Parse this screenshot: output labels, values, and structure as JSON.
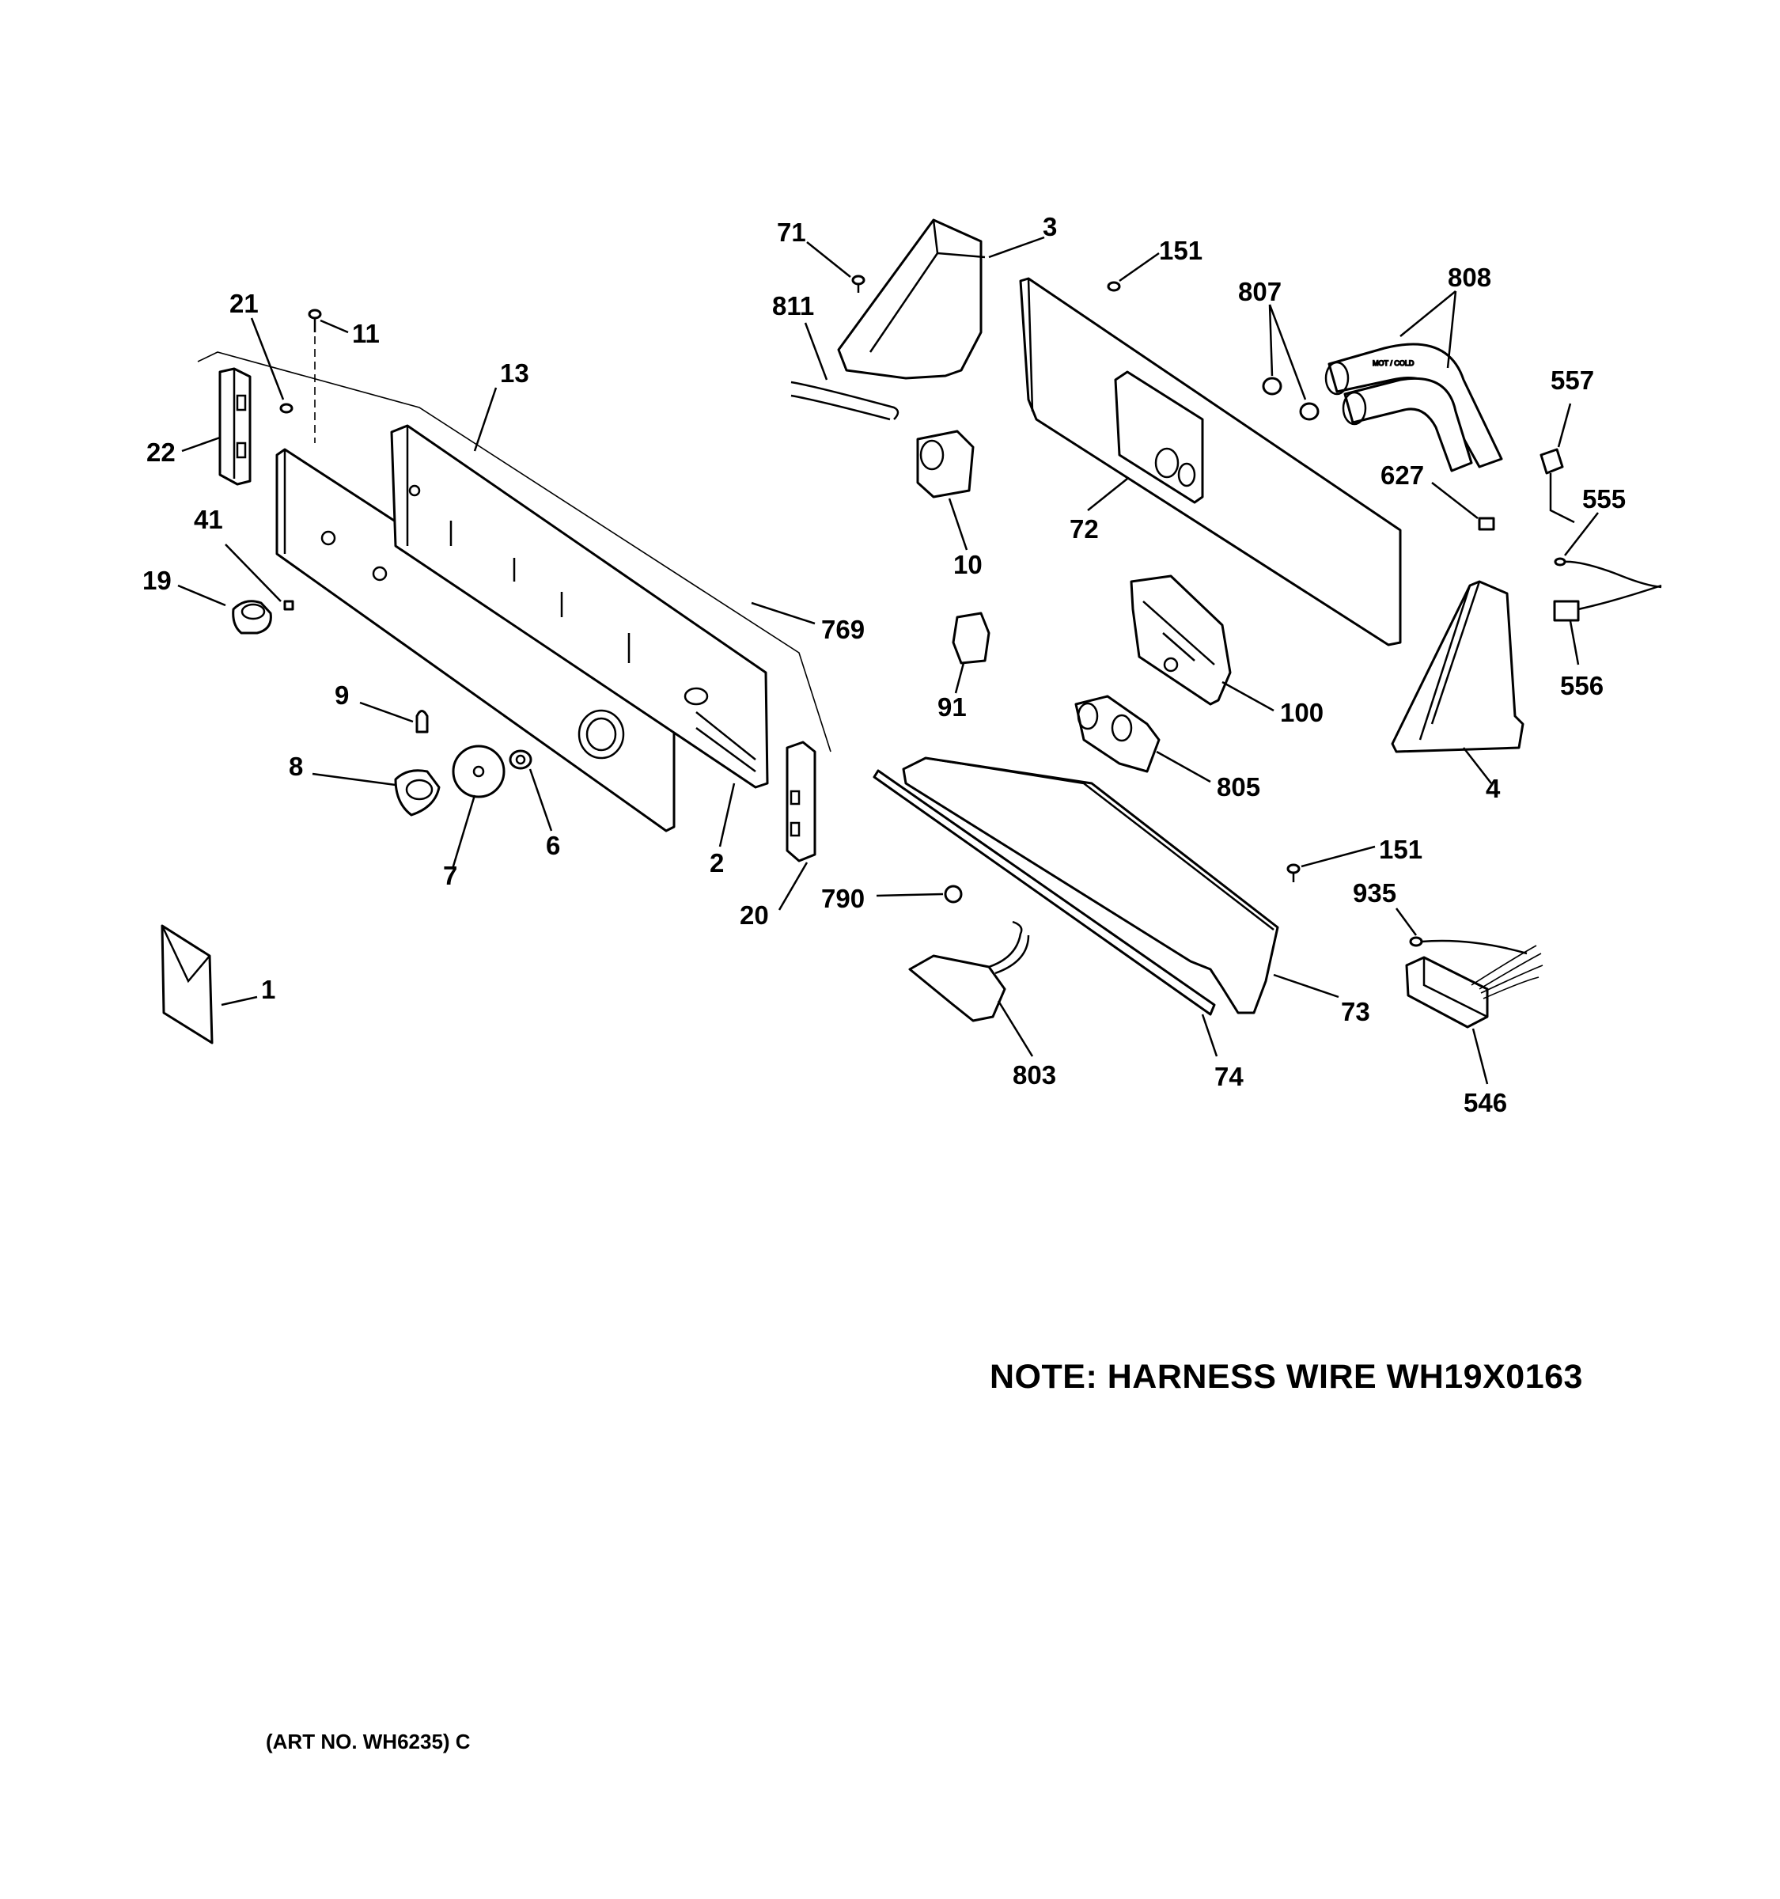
{
  "labels": [
    "71",
    "3",
    "151",
    "807",
    "808",
    "811",
    "21",
    "11",
    "13",
    "557",
    "22",
    "627",
    "555",
    "41",
    "10",
    "72",
    "19",
    "769",
    "91",
    "100",
    "556",
    "9",
    "8",
    "805",
    "4",
    "6",
    "7",
    "2",
    "151",
    "20",
    "790",
    "935",
    "1",
    "73",
    "803",
    "74",
    "546"
  ],
  "note": "NOTE: HARNESS WIRE WH19X0163",
  "art_number": "(ART NO. WH6235) C",
  "stamp": "MOT / COLD"
}
